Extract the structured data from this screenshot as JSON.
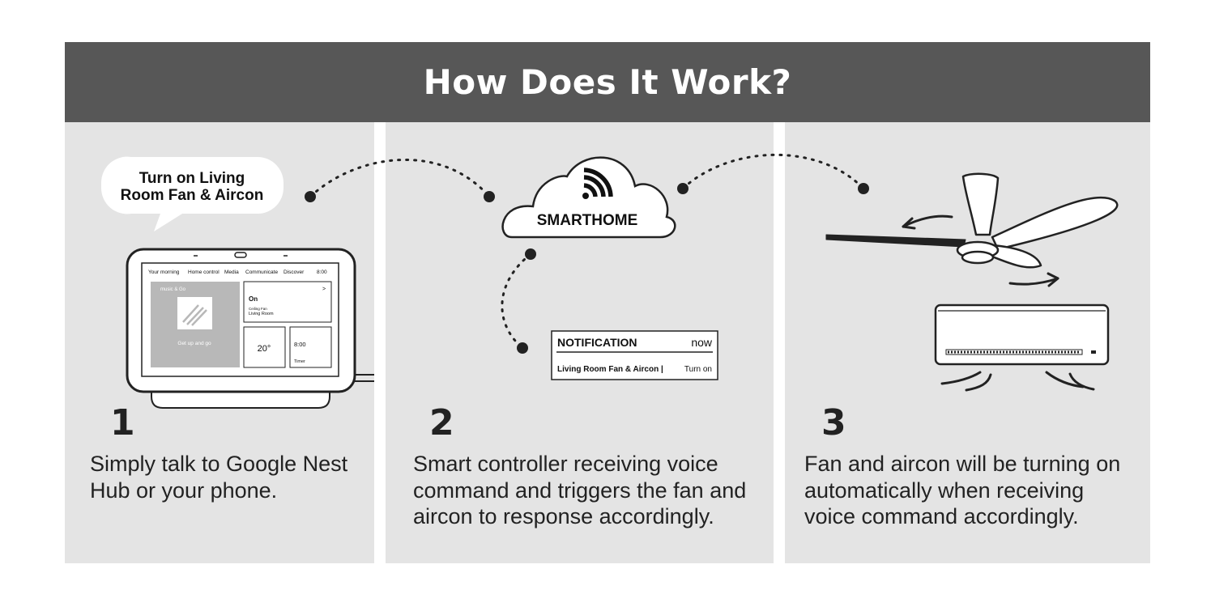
{
  "header": {
    "title": "How Does It Work?"
  },
  "speech_bubble": {
    "line1": "Turn on Living",
    "line2": "Room Fan & Aircon"
  },
  "nest_hub": {
    "tabs": [
      "Your morning",
      "Home control",
      "Media",
      "Communicate",
      "Discover"
    ],
    "time": "8:00",
    "music_label": "music & Go",
    "music_caption": "Get up and go",
    "device_state": "On",
    "device_chevron": ">",
    "device_name": "Ceiling Fan",
    "device_room": "Living Room",
    "temperature": "20°",
    "timer_time": "8:00",
    "timer_label": "Timer"
  },
  "cloud": {
    "label": "SMARTHOME"
  },
  "notification": {
    "title": "NOTIFICATION",
    "time": "now",
    "message": "Living Room Fan & Aircon |",
    "action": "Turn on"
  },
  "steps": [
    {
      "number": "1",
      "text_lines": [
        "Simply talk to Google Nest",
        "Hub or your phone."
      ]
    },
    {
      "number": "2",
      "text_lines": [
        "Smart controller receiving voice",
        "command and triggers the fan and",
        "aircon to response accordingly."
      ]
    },
    {
      "number": "3",
      "text_lines": [
        "Fan and aircon will be turning on",
        "automatically when receiving",
        "voice command accordingly."
      ]
    }
  ],
  "colors": {
    "header_bg": "#575757",
    "panel_bg": "#e4e4e4",
    "ink": "#222222"
  }
}
